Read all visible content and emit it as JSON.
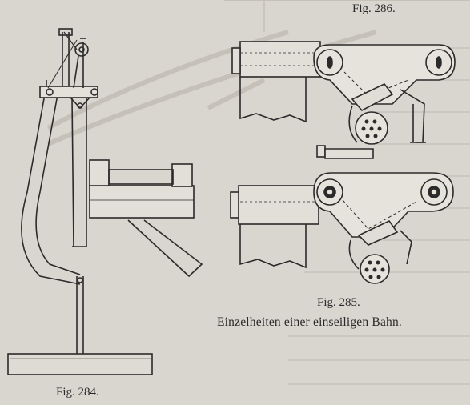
{
  "captions": {
    "fig286": "Fig. 286.",
    "fig285": "Fig. 285.",
    "fig285_title": "Einzelheiten einer einseiligen Bahn.",
    "fig284": "Fig. 284."
  },
  "colors": {
    "paper": "#d9d6cf",
    "ink": "#2b2b2b",
    "bleed": "#b9b5ad"
  }
}
